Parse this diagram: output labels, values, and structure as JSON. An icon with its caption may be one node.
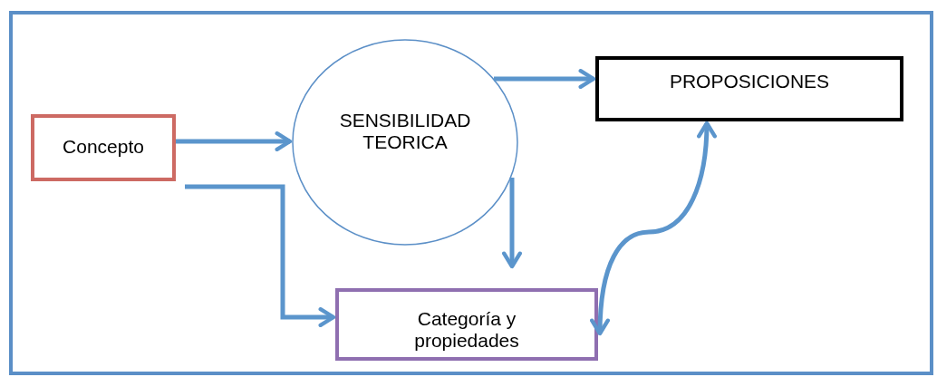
{
  "diagram": {
    "nodes": [
      {
        "text": [
          "Concepto"
        ]
      },
      {
        "text": [
          "SENSIBILIDAD TEORICA"
        ]
      },
      {
        "text": [
          "PROPOSICIONES"
        ]
      },
      {
        "text": [
          "Categoría y propiedades"
        ]
      }
    ],
    "edges": [
      {
        "from": 0,
        "to": 1,
        "arrow": "to"
      },
      {
        "from": 0,
        "to": 3,
        "arrow": "to"
      },
      {
        "from": 1,
        "to": 2,
        "arrow": "to"
      },
      {
        "from": 1,
        "to": 3,
        "arrow": "to"
      },
      {
        "from": 3,
        "to": 2,
        "arrow": "both"
      }
    ]
  }
}
